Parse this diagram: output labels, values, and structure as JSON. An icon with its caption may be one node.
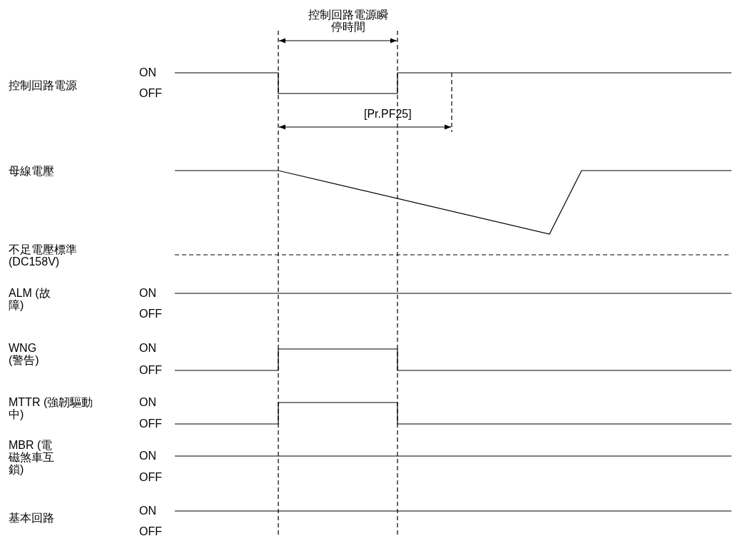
{
  "diagram": {
    "labels": [
      "控制回路電源瞬停時間",
      "控制回路電源",
      "ON",
      "OFF",
      "[Pr.PF25]",
      "母線電壓",
      "不足電壓標準(DC158V)",
      "ALM (故障)",
      "ON",
      "OFF",
      "WNG (警告)",
      "ON",
      "OFF",
      "MTTR (強韌驅動中)",
      "ON",
      "OFF",
      "MBR (電磁煞車互鎖)",
      "ON",
      "OFF",
      "基本回路",
      "ON",
      "OFF"
    ]
  }
}
